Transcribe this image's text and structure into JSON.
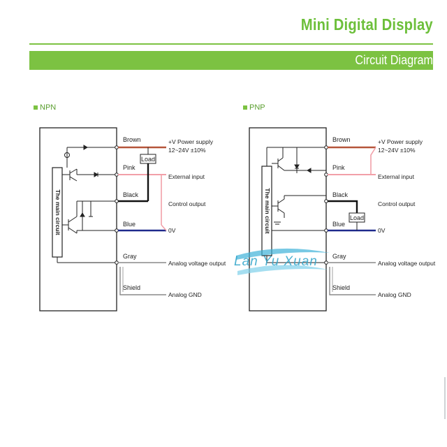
{
  "header": {
    "title": "Mini Digital Display",
    "subtitle": "Circuit Diagram"
  },
  "colors": {
    "accent": "#7cc242",
    "brown_wire": "#b5553a",
    "pink_wire": "#f2a0a8",
    "blue_wire": "#1f2a8c",
    "black_wire": "#111111",
    "gray_wire": "#888888"
  },
  "diagrams": [
    {
      "id": "npn",
      "label": "NPN",
      "main_circuit": "The main circuit",
      "load": "Load",
      "wires": [
        "Brown",
        "Pink",
        "Black",
        "Blue",
        "Gray",
        "Shield"
      ],
      "outputs": [
        "+V  Power supply",
        "12~24V ±10%",
        "External input",
        "Control output",
        "0V",
        "Analog voltage output",
        "Analog GND"
      ]
    },
    {
      "id": "pnp",
      "label": "PNP",
      "main_circuit": "The main circuit",
      "load": "Load",
      "wires": [
        "Brown",
        "Pink",
        "Black",
        "Blue",
        "Gray",
        "Shield"
      ],
      "outputs": [
        "+V  Power supply",
        "12~24V ±10%",
        "External input",
        "Control output",
        "0V",
        "Analog voltage output",
        "Analog GND"
      ]
    }
  ],
  "watermark": "Lan Yu Xuan"
}
